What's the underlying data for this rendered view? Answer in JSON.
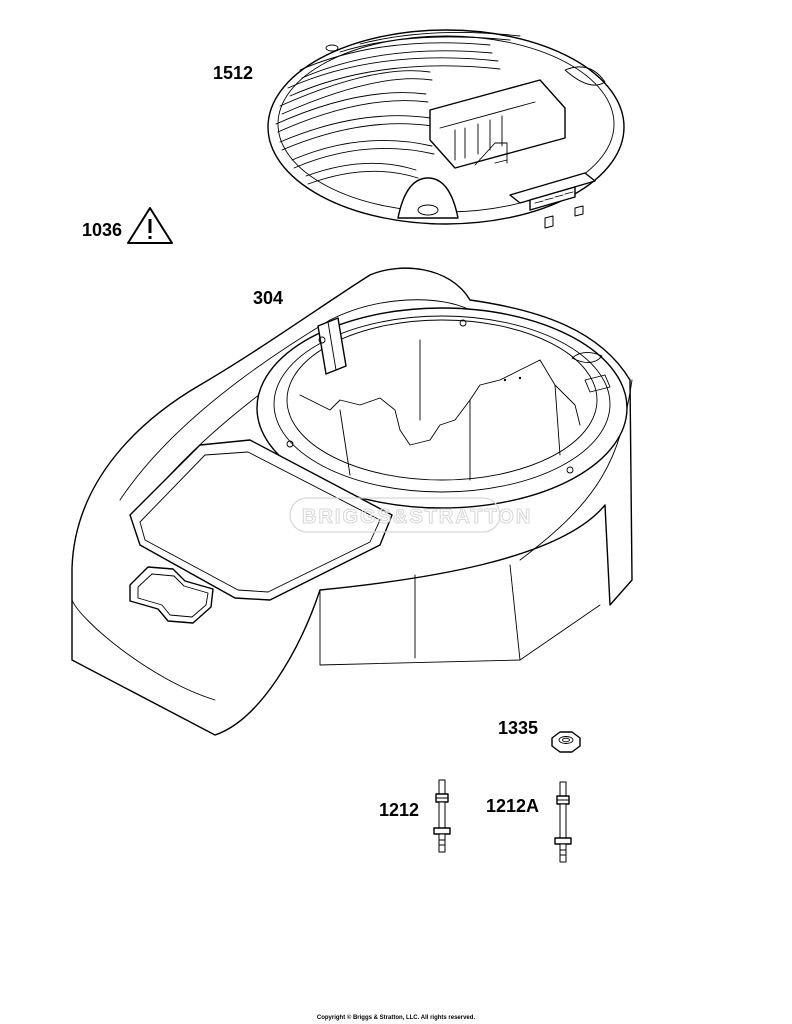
{
  "parts": {
    "air_cleaner_cover": "1512",
    "warning_label": "1036",
    "blower_housing": "304",
    "nut": "1335",
    "stud": "1212",
    "stud_alt": "1212A"
  },
  "watermark": "BRIGGS&STRATTON",
  "copyright": "Copyright © Briggs & Stratton, LLC. All rights reserved.",
  "icons": {
    "warning": "warning-triangle-icon",
    "logo": "briggs-stratton-logo-icon"
  }
}
